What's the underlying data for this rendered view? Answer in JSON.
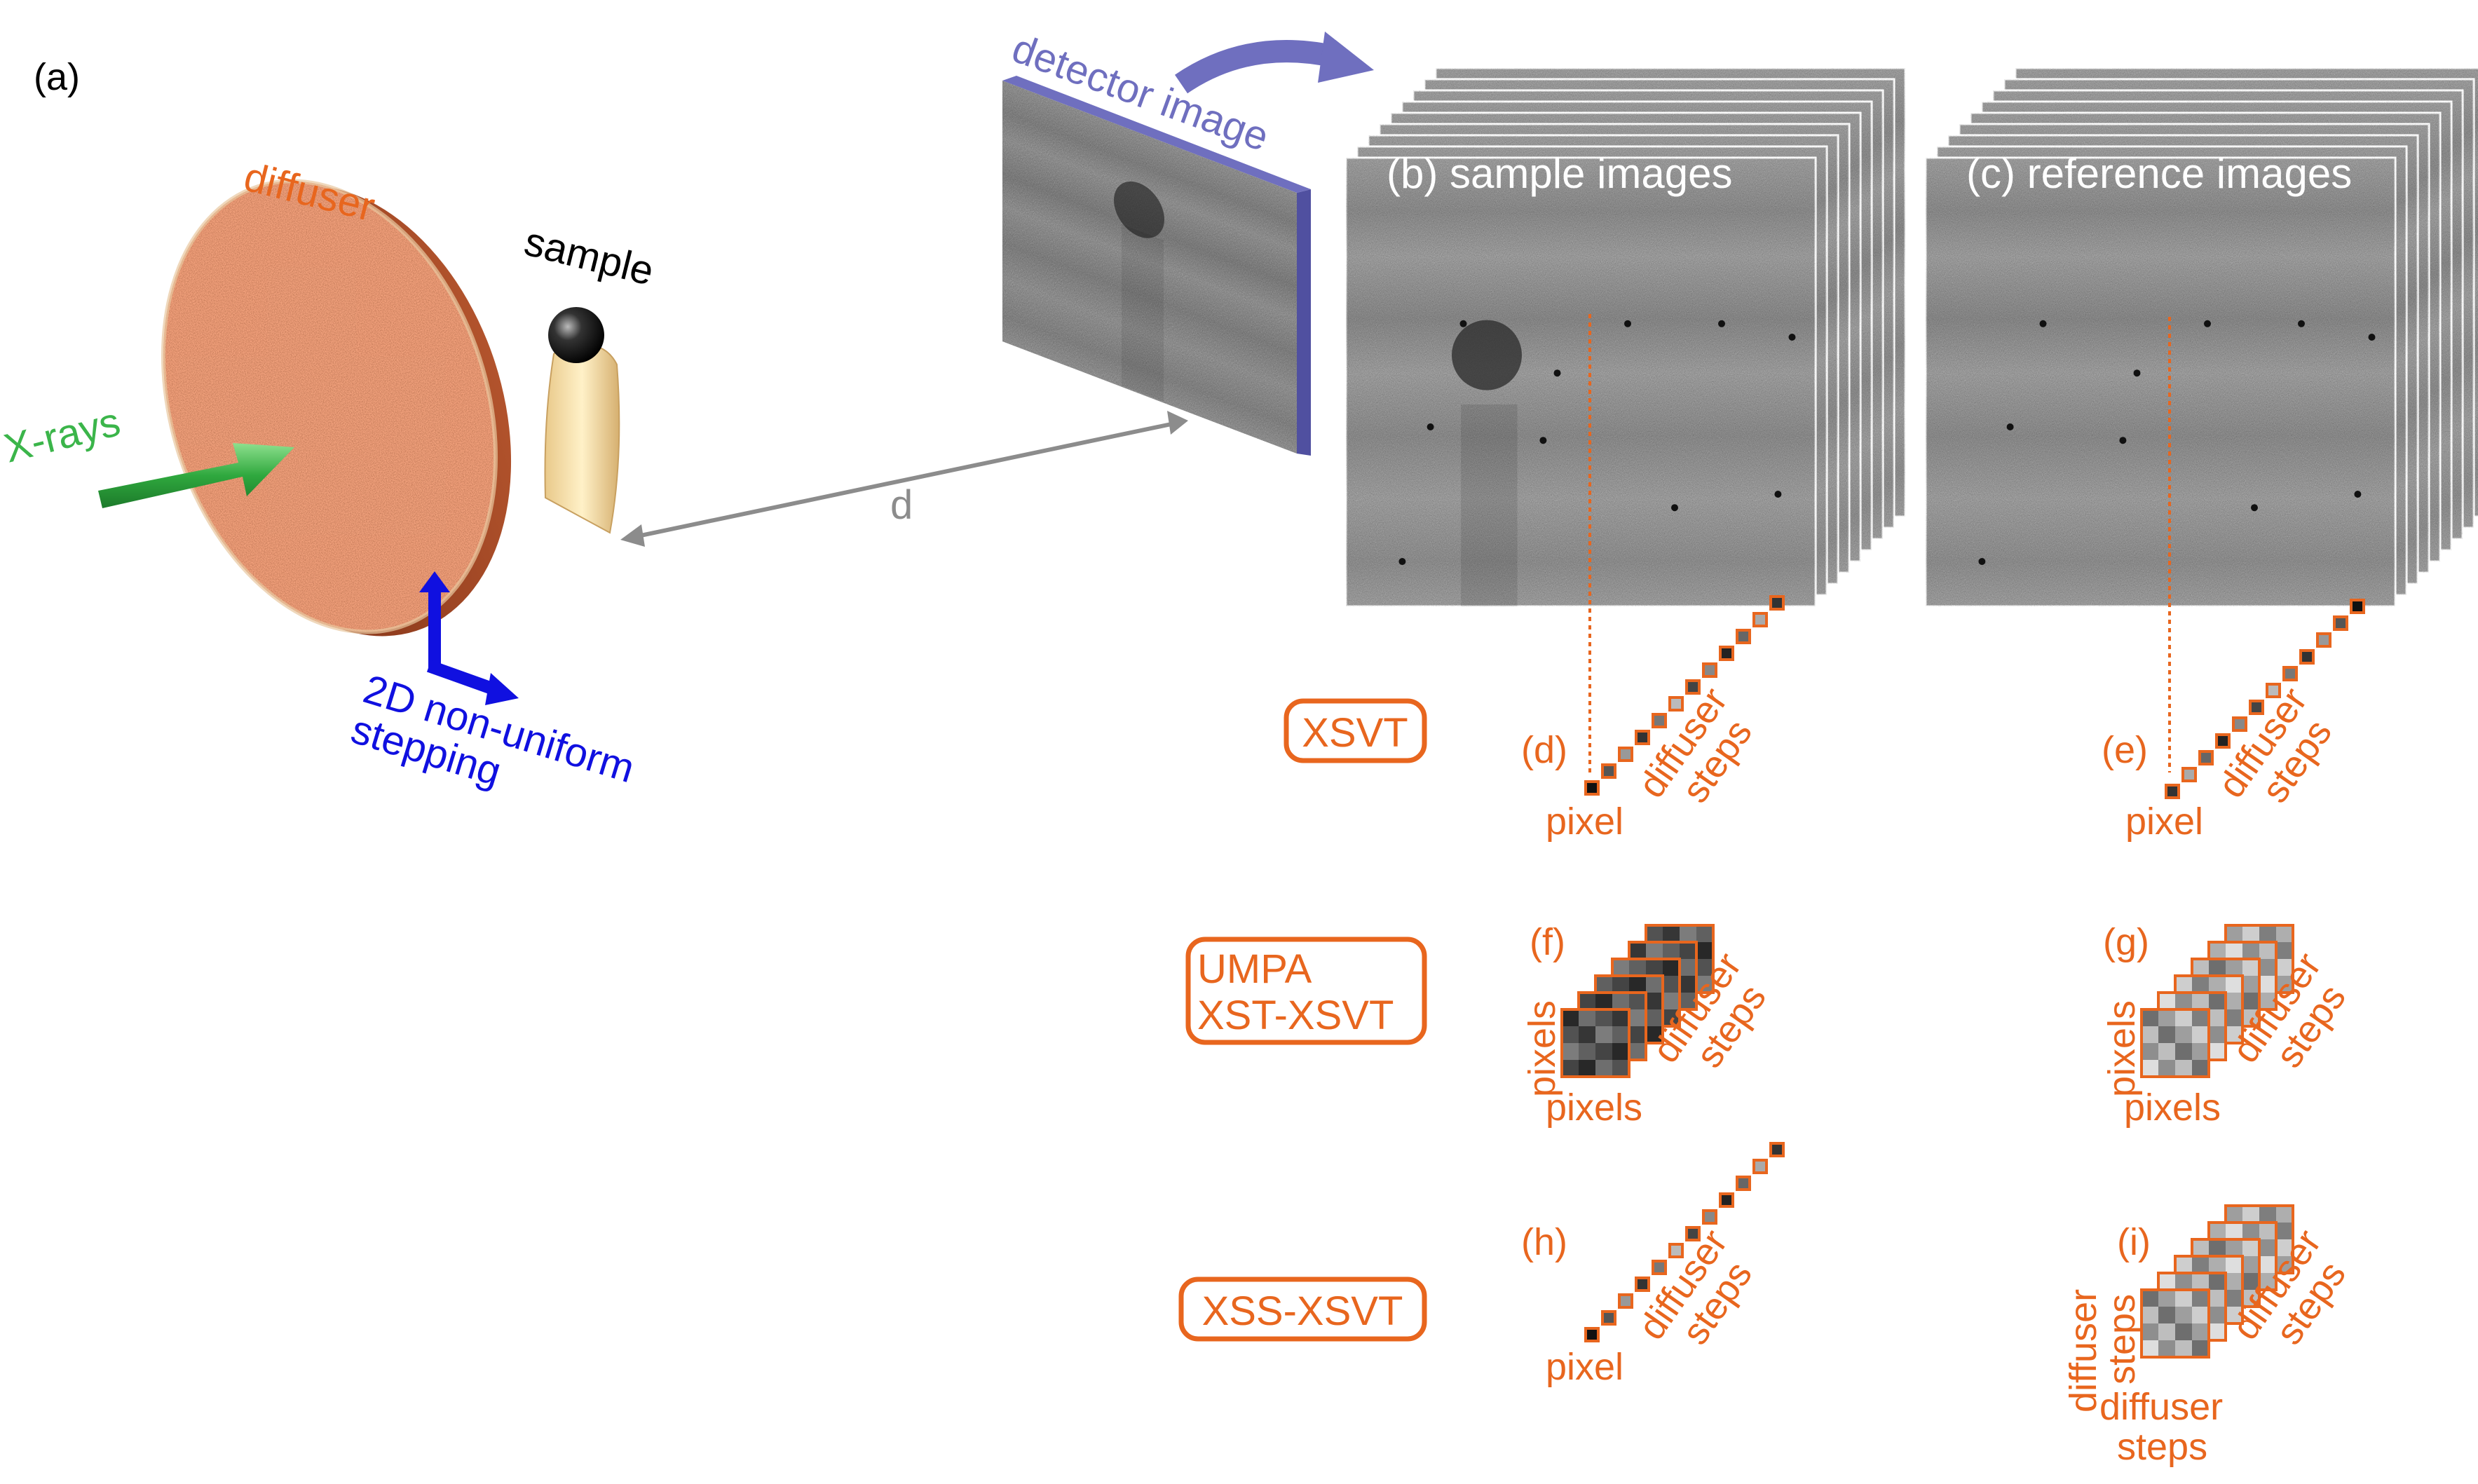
{
  "labels": {
    "panel_a": "(a)",
    "diffuser": "diffuser",
    "sample": "sample",
    "xrays": "X-rays",
    "stepping_line1": "2D non-uniform",
    "stepping_line2": "stepping",
    "detector_image": "detector image",
    "distance": "d",
    "sample_images": "(b) sample images",
    "reference_images": "(c) reference images",
    "panel_d": "(d)",
    "panel_e": "(e)",
    "panel_f": "(f)",
    "panel_g": "(g)",
    "panel_h": "(h)",
    "panel_i": "(i)",
    "pixel": "pixel",
    "pixels": "pixels",
    "diffuser_word": "diffuser",
    "steps_word": "steps"
  },
  "methods": {
    "xsvt": "XSVT",
    "umpa_line1": "UMPA",
    "umpa_line2": "XST-XSVT",
    "xss": "XSS-XSVT"
  },
  "colors": {
    "orange": "#E8661E",
    "blue_step": "#1010E0",
    "detector_blue": "#6F6FBF",
    "green": "#3BB54A",
    "gray_arrow": "#8C8C8C",
    "diffuser_fill": "#C65A32"
  }
}
